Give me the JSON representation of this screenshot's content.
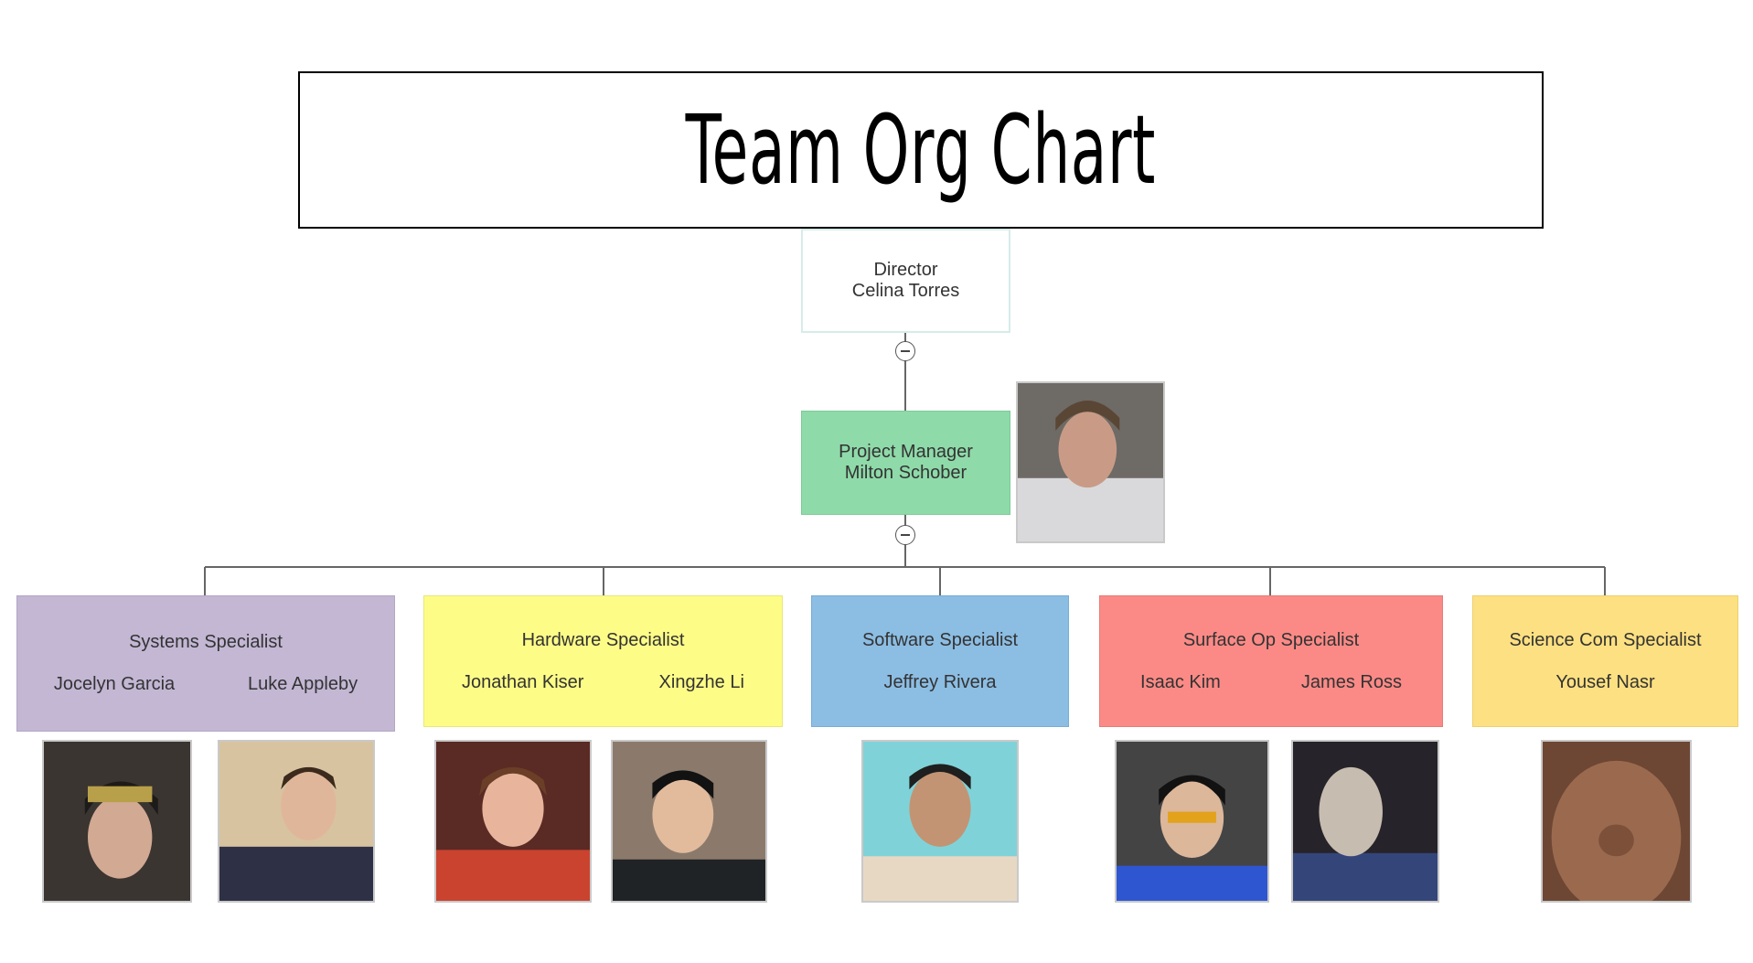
{
  "title": "Team Org Chart",
  "director": {
    "role": "Director",
    "name": "Celina Torres"
  },
  "manager": {
    "role": "Project Manager",
    "name": "Milton Schober",
    "color": "#8fdaa9"
  },
  "teams": [
    {
      "role": "Systems Specialist",
      "members": [
        "Jocelyn Garcia",
        "Luke Appleby"
      ],
      "color": "#c3b7d4"
    },
    {
      "role": "Hardware Specialist",
      "members": [
        "Jonathan Kiser",
        "Xingzhe Li"
      ],
      "color": "#fdfc87"
    },
    {
      "role": "Software Specialist",
      "members": [
        "Jeffrey Rivera"
      ],
      "color": "#8cbde3"
    },
    {
      "role": "Surface Op Specialist",
      "members": [
        "Isaac Kim",
        "James Ross"
      ],
      "color": "#fb8a86"
    },
    {
      "role": "Science Com Specialist",
      "members": [
        "Yousef Nasr"
      ],
      "color": "#fde081"
    }
  ],
  "icons": {
    "toggle": "collapse-minus-icon",
    "photo": "person-photo-icon"
  }
}
